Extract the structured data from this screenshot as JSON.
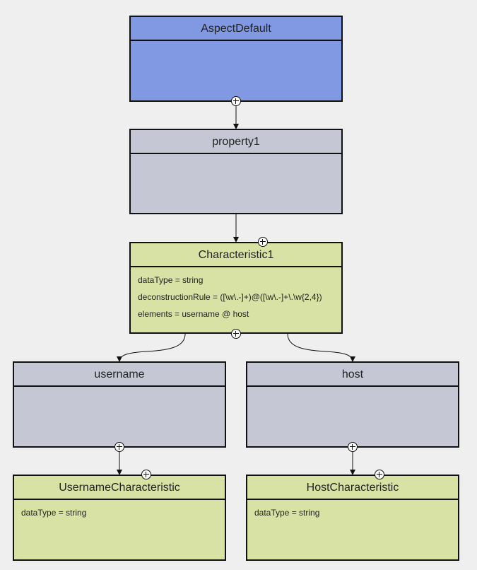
{
  "nodes": {
    "aspect_default": {
      "title": "AspectDefault",
      "type": "aspect"
    },
    "property1": {
      "title": "property1",
      "type": "property"
    },
    "characteristic1": {
      "title": "Characteristic1",
      "type": "characteristic",
      "props": [
        "dataType = string",
        "deconstructionRule = ([\\w\\.-]+)@([\\w\\.-]+\\.\\w{2,4})",
        "elements = username @ host"
      ]
    },
    "username": {
      "title": "username",
      "type": "property"
    },
    "host": {
      "title": "host",
      "type": "property"
    },
    "username_characteristic": {
      "title": "UsernameCharacteristic",
      "type": "characteristic",
      "props": [
        "dataType = string"
      ]
    },
    "host_characteristic": {
      "title": "HostCharacteristic",
      "type": "characteristic",
      "props": [
        "dataType = string"
      ]
    }
  },
  "edges": [
    {
      "from": "AspectDefault",
      "to": "property1"
    },
    {
      "from": "property1",
      "to": "Characteristic1"
    },
    {
      "from": "Characteristic1",
      "to": "username"
    },
    {
      "from": "Characteristic1",
      "to": "host"
    },
    {
      "from": "username",
      "to": "UsernameCharacteristic"
    },
    {
      "from": "host",
      "to": "HostCharacteristic"
    }
  ],
  "colors": {
    "aspect": "#8198e3",
    "property": "#c6c7d4",
    "characteristic": "#d9e2a5",
    "background": "#efefef",
    "stroke": "#111111"
  },
  "icons": [
    "expand-plus-icon"
  ]
}
